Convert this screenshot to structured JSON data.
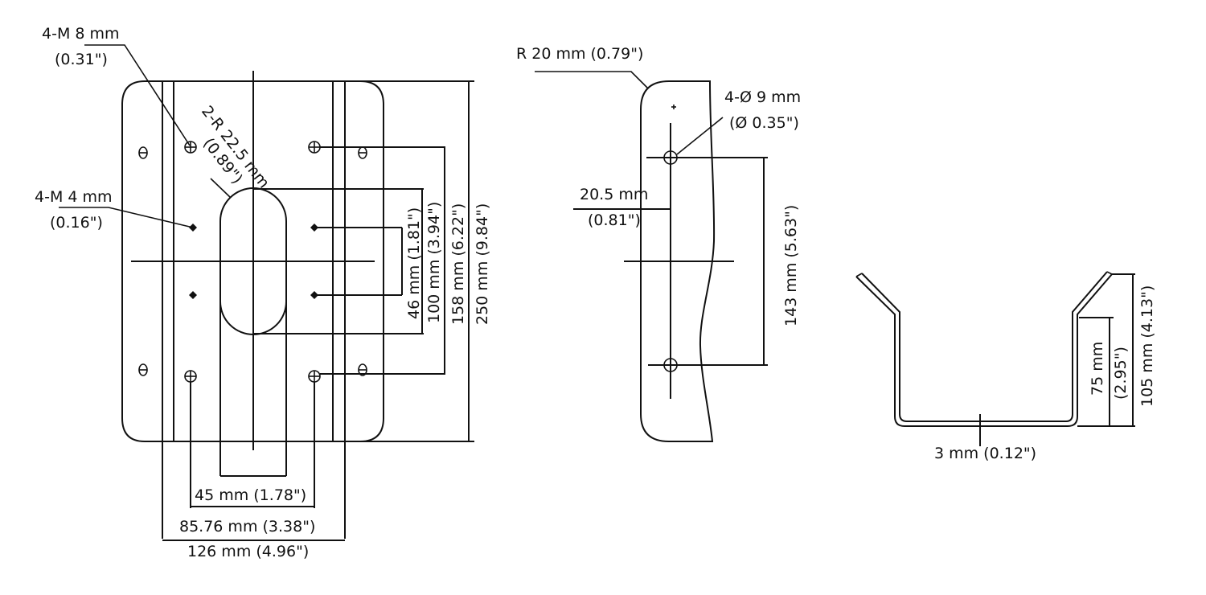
{
  "drawing": {
    "title": "Mounting bracket dimension drawing",
    "line_color": "#111111",
    "background": "#ffffff"
  },
  "front_view": {
    "labels": {
      "m8_holes": "4-M 8 mm",
      "m8_holes_in": "(0.31\")",
      "m4_holes": "4-M 4 mm",
      "m4_holes_in": "(0.16\")",
      "slot_radius": "2-R 22.5 mm",
      "slot_radius_in": "(0.89\")",
      "dim_46": "46 mm (1.81\")",
      "dim_100": "100 mm (3.94\")",
      "dim_158": "158 mm (6.22\")",
      "dim_250": "250 mm (9.84\")",
      "dim_45": "45 mm (1.78\")",
      "dim_85": "85.76 mm (3.38\")",
      "dim_126": "126 mm (4.96\")"
    }
  },
  "side_view": {
    "labels": {
      "corner_radius": "R 20 mm (0.79\")",
      "holes": "4-Ø 9 mm",
      "holes_in": "(Ø 0.35\")",
      "offset": "20.5 mm",
      "offset_in": "(0.81\")",
      "dim_143": "143 mm (5.63\")"
    }
  },
  "profile_view": {
    "labels": {
      "thickness": "3 mm (0.12\")",
      "dim_75": "75 mm",
      "dim_75_in": "(2.95\")",
      "dim_105": "105 mm (4.13\")"
    }
  }
}
